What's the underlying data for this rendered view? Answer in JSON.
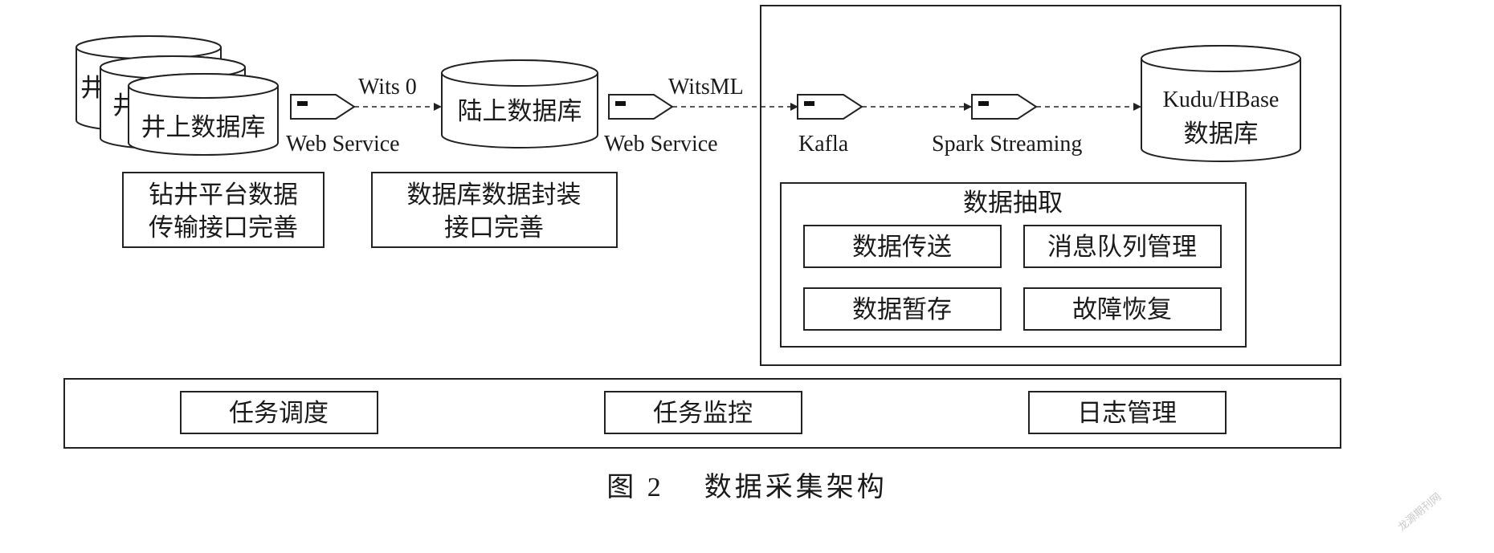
{
  "wellsite": {
    "stack_back_fragments": [
      "井",
      "井"
    ],
    "db_label": "井上数据库"
  },
  "connectors": {
    "wits_label": "Wits 0",
    "witsml_label": "WitsML"
  },
  "interfaces": {
    "web_service_1": "Web Service",
    "web_service_2": "Web Service",
    "kafla": "Kafla",
    "spark": "Spark Streaming"
  },
  "onshore_db": {
    "label": "陆上数据库"
  },
  "target_db": {
    "line1": "Kudu/HBase",
    "line2": "数据库"
  },
  "notes": {
    "drilling": {
      "line1": "钻井平台数据",
      "line2": "传输接口完善"
    },
    "encapsulation": {
      "line1": "数据库数据封装",
      "line2": "接口完善"
    }
  },
  "extraction": {
    "title": "数据抽取",
    "items": [
      "数据传送",
      "消息队列管理",
      "数据暂存",
      "故障恢复"
    ]
  },
  "bottom_bar": {
    "items": [
      "任务调度",
      "任务监控",
      "日志管理"
    ]
  },
  "caption": "图 2    数据采集架构",
  "watermark": "龙源期刊网"
}
